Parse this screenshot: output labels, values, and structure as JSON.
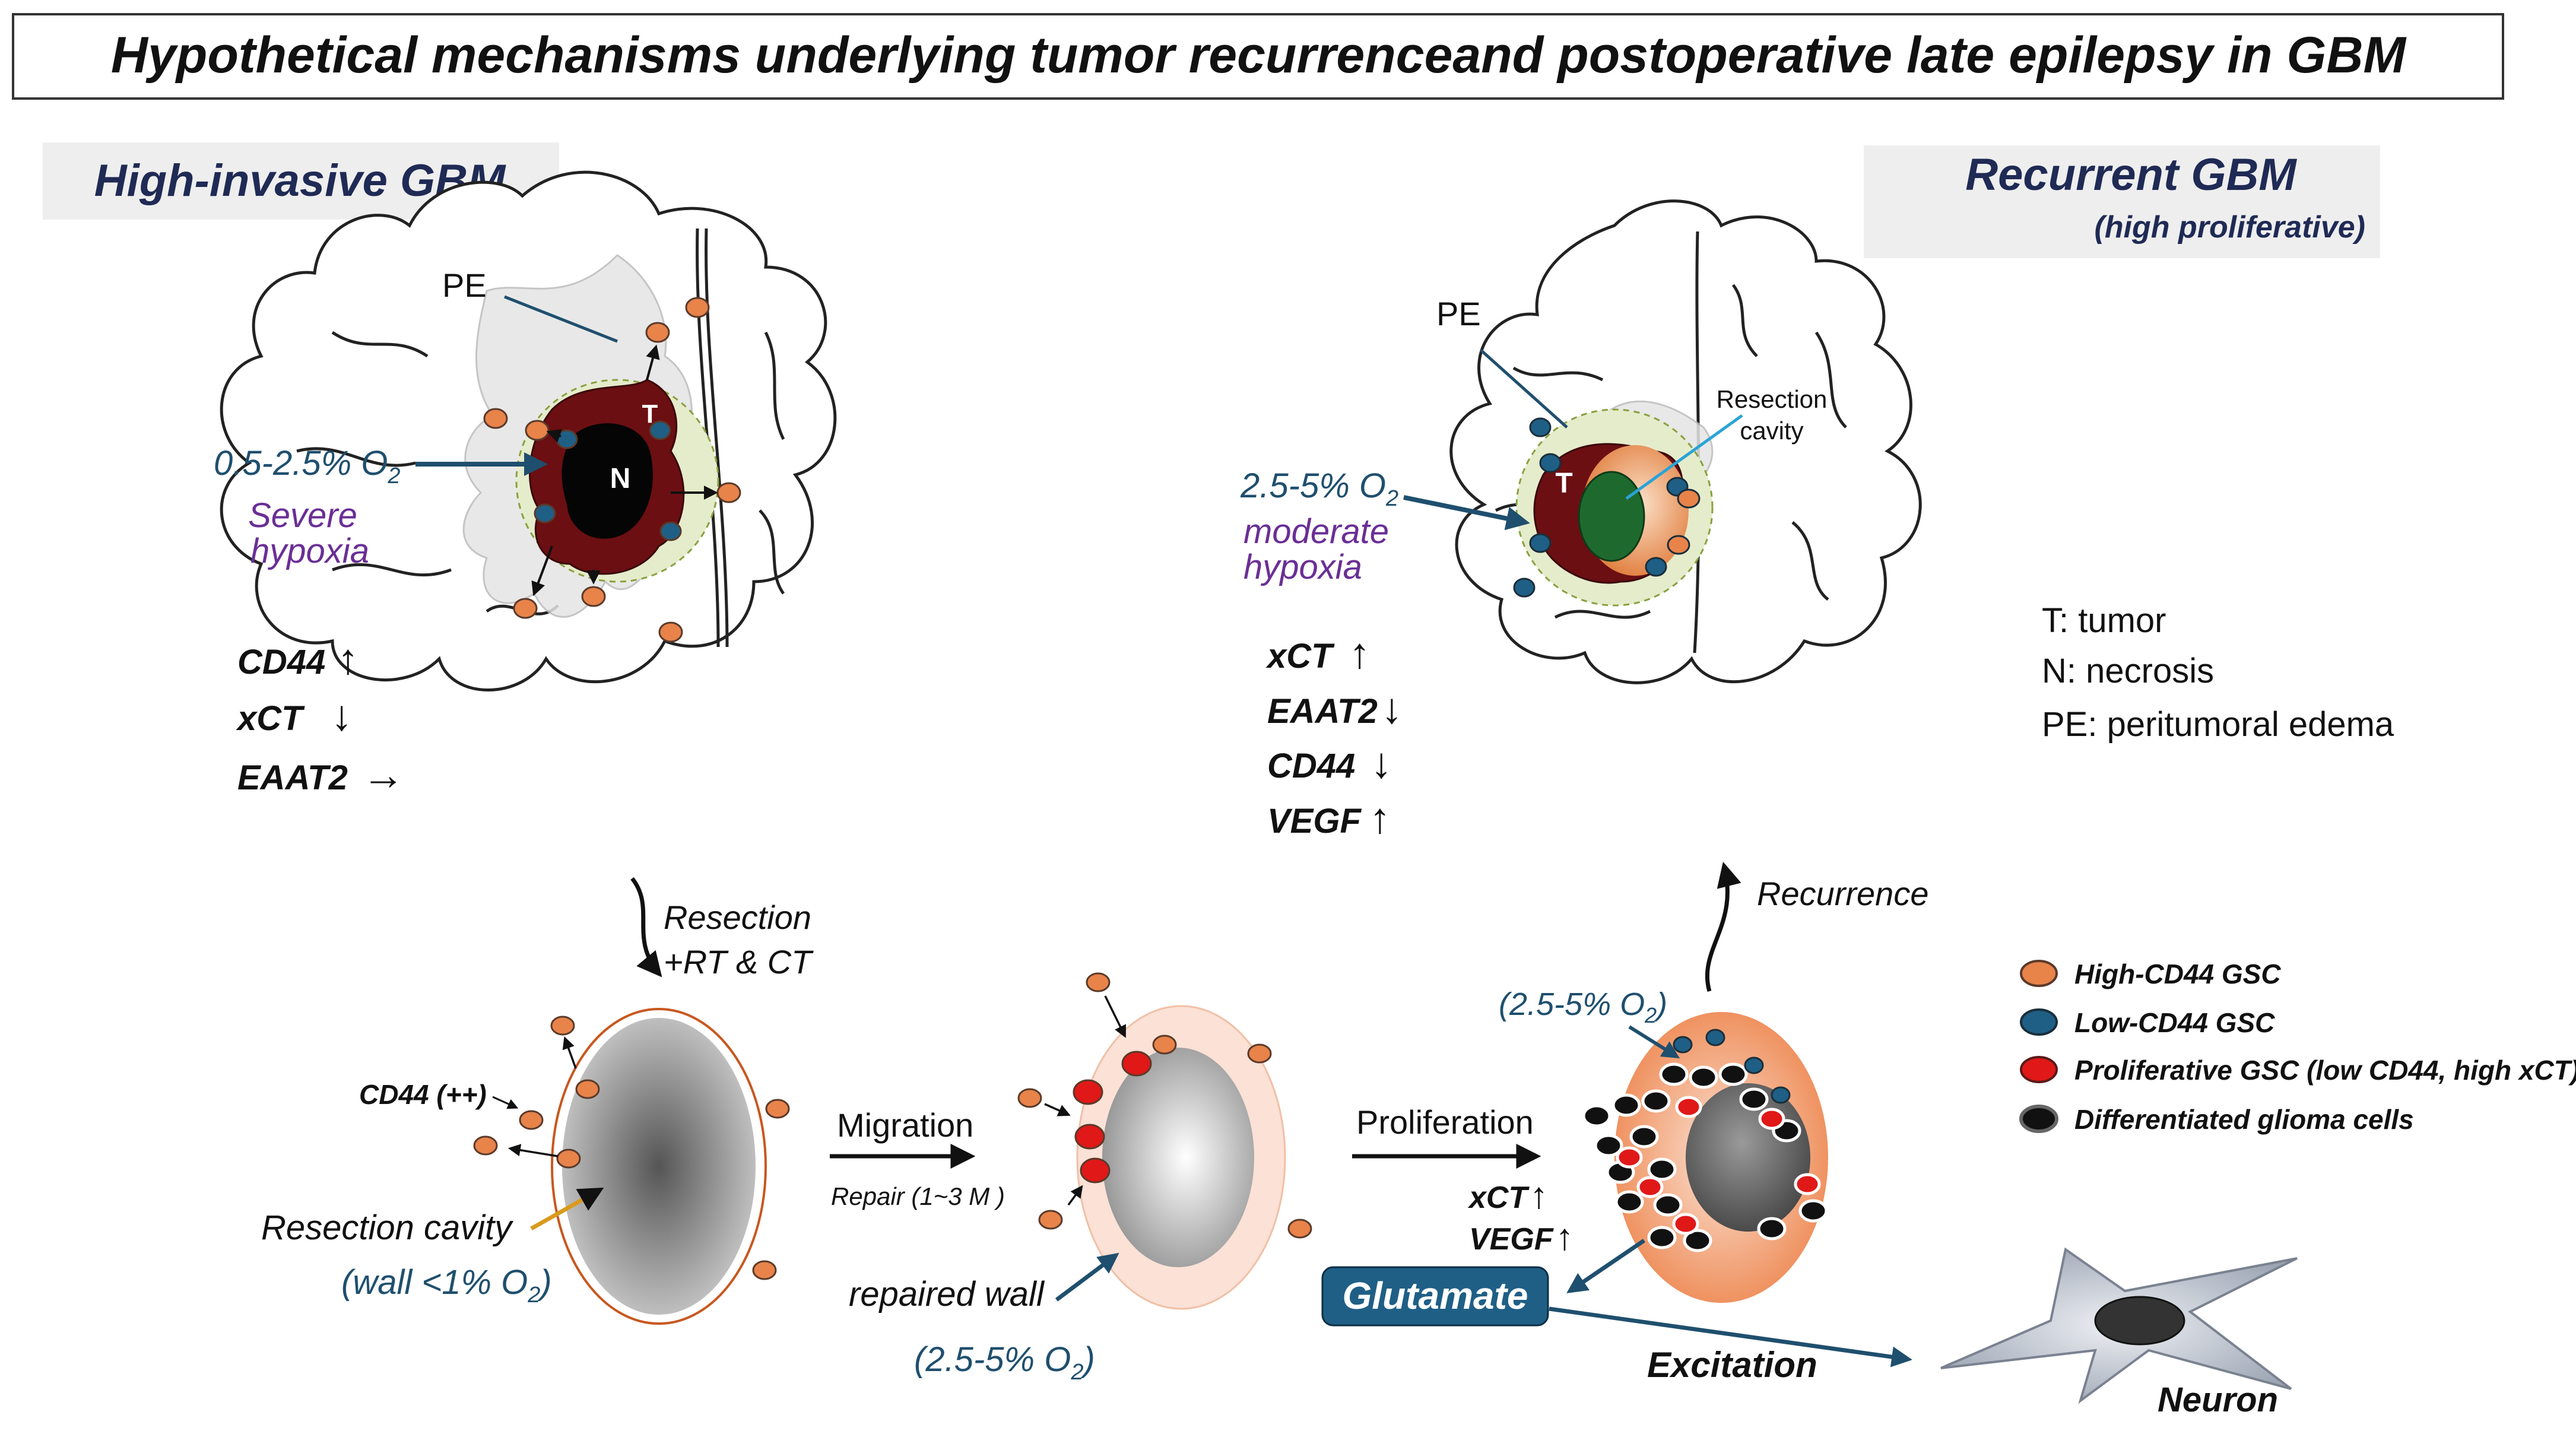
{
  "title": "Hypothetical mechanisms underlying tumor recurrenceand postoperative late epilepsy in GBM",
  "left_panel": {
    "heading": "High-invasive GBM",
    "pe_label": "PE",
    "t_label": "T",
    "n_label": "N",
    "oxygen": "0.5-2.5% O",
    "oxygen_sub": "2",
    "hypoxia_line1": "Severe",
    "hypoxia_line2": "hypoxia",
    "markers": [
      {
        "name": "CD44",
        "arrow": "↑"
      },
      {
        "name": "xCT",
        "arrow": "↓"
      },
      {
        "name": "EAAT2",
        "arrow": "→"
      }
    ]
  },
  "right_panel": {
    "heading": "Recurrent GBM",
    "subheading": "(high proliferative)",
    "pe_label": "PE",
    "t_label": "T",
    "cavity_line1": "Resection",
    "cavity_line2": "cavity",
    "oxygen": "2.5-5% O",
    "oxygen_sub": "2",
    "hypoxia_line1": "moderate",
    "hypoxia_line2": "hypoxia",
    "markers": [
      {
        "name": "xCT",
        "arrow": "↑"
      },
      {
        "name": "EAAT2",
        "arrow": "↓"
      },
      {
        "name": "CD44",
        "arrow": "↓"
      },
      {
        "name": "VEGF",
        "arrow": "↑"
      }
    ]
  },
  "abbreviations": [
    "T: tumor",
    "N: necrosis",
    "PE: peritumoral edema"
  ],
  "steps": {
    "resection_line1": "Resection",
    "resection_line2": "+RT & CT",
    "migration": "Migration",
    "repair": "Repair (1~3 M )",
    "proliferation": "Proliferation",
    "recurrence": "Recurrence",
    "excitation": "Excitation"
  },
  "cavity": {
    "cd44": "CD44 (++)",
    "label": "Resection cavity",
    "wall": "(wall <1% O",
    "wall_sub": "2",
    "wall_end": ")"
  },
  "repaired": {
    "label": "repaired wall",
    "oxygen": "(2.5-5% O",
    "oxygen_sub": "2",
    "oxygen_end": ")"
  },
  "proliferating": {
    "oxygen": "(2.5-5% O",
    "oxygen_sub": "2",
    "oxygen_end": ")",
    "xct": "xCT",
    "vegf": "VEGF",
    "arrow": "↑"
  },
  "glutamate": "Glutamate",
  "neuron": "Neuron",
  "legend": [
    {
      "label": "High-CD44 GSC",
      "color": "#e8834a"
    },
    {
      "label": "Low-CD44 GSC",
      "color": "#1f5f86"
    },
    {
      "label": "Proliferative GSC (low CD44, high xCT)",
      "color": "#e01818"
    },
    {
      "label": "Differentiated glioma cells",
      "color": "#111111"
    }
  ],
  "colors": {
    "title_border": "#333333",
    "heading_bg": "#eeeeee",
    "heading_text": "#1f2a55",
    "oxygen_text": "#1f4f6e",
    "hypoxia_text": "#6a2e95",
    "tumor": "#6b0f12",
    "edema": "#e5eccb",
    "glutamate_bg": "#1f5f86"
  }
}
